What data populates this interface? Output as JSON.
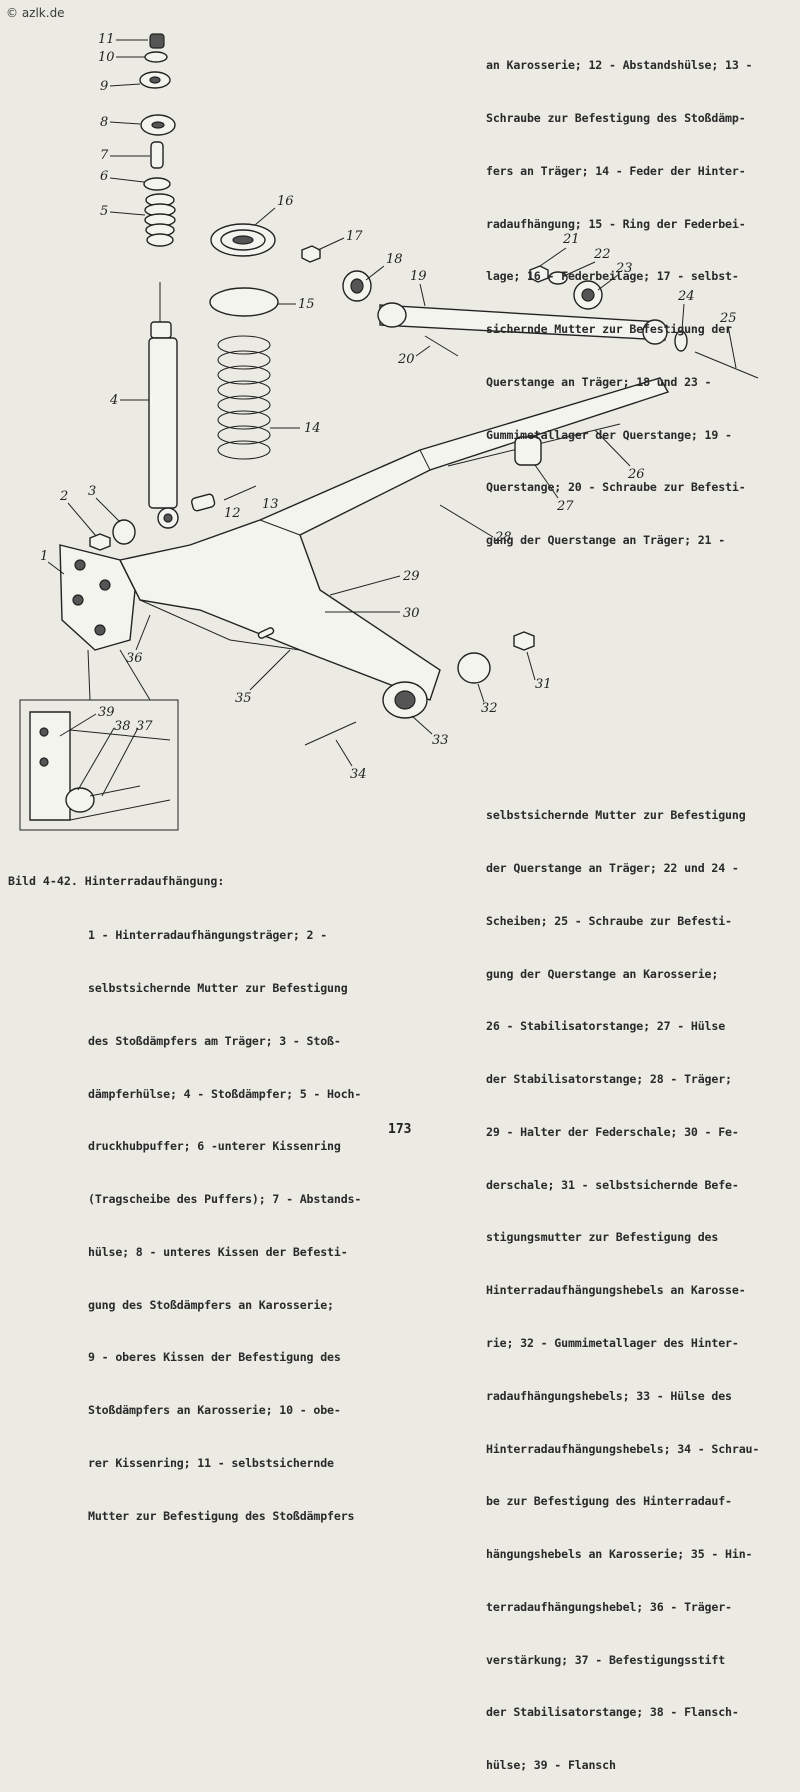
{
  "watermark": "© azlk.de",
  "page_number": "173",
  "text_top_right": [
    "an Karosserie; 12 - Abstandshülse; 13 -",
    "Schraube zur Befestigung des Stoßdämp-",
    "fers an Träger; 14 - Feder der Hinter-",
    "radaufhängung; 15 - Ring der Federbei-",
    "lage; 16 - Federbeilage; 17 - selbst-",
    "sichernde Mutter zur Befestigung der",
    "Querstange an Träger; 18 und 23 -",
    "Gummimetallager der Querstange; 19 -",
    "Querstange; 20 - Schraube zur Befesti-",
    "gung der Querstange an Träger; 21 -"
  ],
  "text_bottom_right": [
    "selbstsichernde Mutter zur Befestigung",
    "der Querstange an Träger; 22 und 24 -",
    "Scheiben; 25 - Schraube zur Befesti-",
    "gung der Querstange an Karosserie;",
    "26 - Stabilisatorstange; 27 - Hülse",
    "der Stabilisatorstange; 28 - Träger;",
    "29 - Halter der Federschale; 30 - Fe-",
    "derschale; 31 - selbstsichernde Befe-",
    "stigungsmutter zur Befestigung des",
    "Hinterradaufhängungshebels an Karosse-",
    "rie; 32 - Gummimetallager des Hinter-",
    "radaufhängungshebels; 33 - Hülse des",
    "Hinterradaufhängungshebels; 34 - Schrau-",
    "be zur Befestigung des Hinterradauf-",
    "hängungshebels an Karosserie; 35 - Hin-",
    "terradaufhängungshebel; 36 - Träger-",
    "verstärkung; 37 - Befestigungsstift",
    "der Stabilisatorstange; 38 - Flansch-",
    "hülse; 39 - Flansch"
  ],
  "caption_title": "Bild 4-42. Hinterradaufhängung:",
  "caption_body": [
    "1 - Hinterradaufhängungsträger; 2 -",
    "selbstsichernde Mutter zur Befestigung",
    "des Stoßdämpfers am Träger; 3 - Stoß-",
    "dämpferhülse; 4 - Stoßdämpfer; 5 - Hoch-",
    "druckhubpuffer; 6 -unterer Kissenring",
    "(Tragscheibe des Puffers); 7 - Abstands-",
    "hülse; 8 - unteres Kissen der Befesti-",
    "gung des Stoßdämpfers an Karosserie;",
    "9 - oberes Kissen der Befestigung des",
    "Stoßdämpfers an Karosserie; 10 - obe-",
    "rer Kissenring; 11 - selbstsichernde",
    "Mutter zur Befestigung des Stoßdämpfers"
  ],
  "callouts": [
    "1",
    "2",
    "3",
    "4",
    "5",
    "6",
    "7",
    "8",
    "9",
    "10",
    "11",
    "12",
    "13",
    "14",
    "15",
    "16",
    "17",
    "18",
    "19",
    "20",
    "21",
    "22",
    "23",
    "24",
    "25",
    "26",
    "27",
    "28",
    "29",
    "30",
    "31",
    "32",
    "33",
    "34",
    "35",
    "36",
    "37",
    "38",
    "39"
  ]
}
